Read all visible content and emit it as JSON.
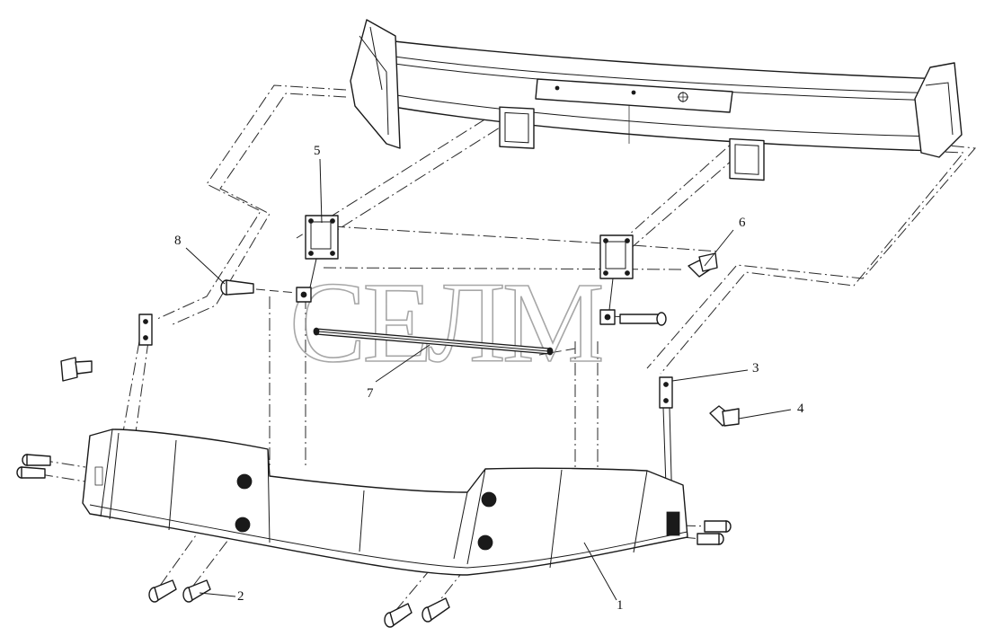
{
  "watermark": {
    "text": "СЕЛМ"
  },
  "callouts": [
    {
      "id": "1",
      "label": "1"
    },
    {
      "id": "2",
      "label": "2"
    },
    {
      "id": "3",
      "label": "3"
    },
    {
      "id": "4",
      "label": "4"
    },
    {
      "id": "5",
      "label": "5"
    },
    {
      "id": "6",
      "label": "6"
    },
    {
      "id": "7",
      "label": "7"
    },
    {
      "id": "8",
      "label": "8"
    }
  ]
}
